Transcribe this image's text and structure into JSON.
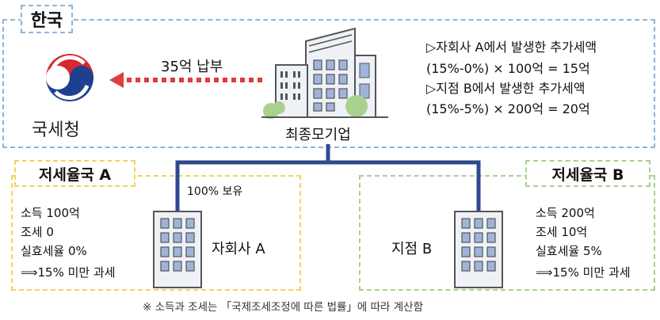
{
  "korea": {
    "title": "한국",
    "tax_office": "국세청",
    "payment": "35억 납부",
    "parent_company": "최종모기업",
    "calc_a_title": "▷자회사 A에서 발생한 추가세액",
    "calc_a_expr": "(15%-0%) × 100억 = 15억",
    "calc_b_title": "▷지점 B에서 발생한 추가세액",
    "calc_b_expr": "(15%-5%) × 200억 = 20억"
  },
  "country_a": {
    "title": "저세율국 A",
    "income": "소득 100억",
    "tax": "조세 0",
    "effective_rate": "실효세율 0%",
    "result": "⟹15% 미만 과세",
    "entity": "자회사 A",
    "ownership": "100% 보유"
  },
  "country_b": {
    "title": "저세율국 B",
    "income": "소득 200억",
    "tax": "조세 10억",
    "effective_rate": "실효세율 5%",
    "result": "⟹15% 미만 과세",
    "entity": "지점 B"
  },
  "footnote": "※ 소득과 조세는 「국제조세조정에 따른 법률」에 따라 계산함",
  "colors": {
    "korea_border": "#8fb3d6",
    "country_a_border": "#f3d35a",
    "country_b_border": "#a8d08d",
    "connector": "#2e4a8c",
    "arrow": "#e23b3b",
    "building_fill": "#eef1f6",
    "window_fill": "#9fb4d8"
  }
}
